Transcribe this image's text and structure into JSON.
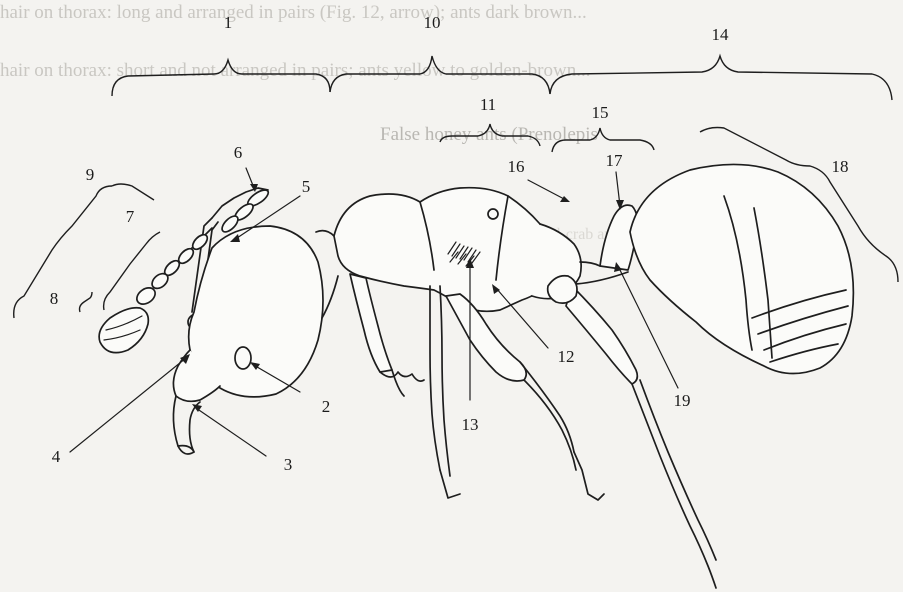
{
  "figure": {
    "labels": [
      "1",
      "2",
      "3",
      "4",
      "5",
      "6",
      "7",
      "8",
      "9",
      "10",
      "11",
      "12",
      "13",
      "14",
      "15",
      "16",
      "17",
      "18",
      "19"
    ]
  },
  "background_text": {
    "line1": "hair on thorax: long and arranged in pairs (Fig. 12, arrow); ants dark brown...",
    "line2": "hair on thorax: short and not arranged in pairs; ants yellow to golden-brown...",
    "line3": "False honey ants (Prenolepis",
    "line4": "red-crab ant, petiole and..."
  },
  "colors": {
    "ink": "#1e1e1e",
    "paper": "#f4f3f0",
    "show_through": "#c9c7c2"
  }
}
